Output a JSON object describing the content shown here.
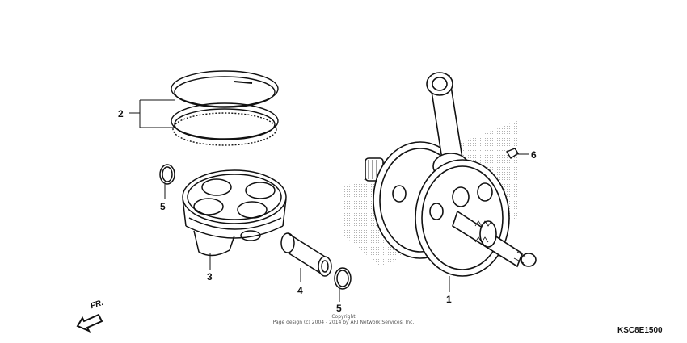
{
  "callouts": {
    "c1": "1",
    "c2": "2",
    "c3": "3",
    "c4": "4",
    "c5a": "5",
    "c5b": "5",
    "c6": "6"
  },
  "direction_label": "FR.",
  "copyright": {
    "line1": "Copyright",
    "line2": "Page design (c) 2004 - 2014 by ARI Network Services, Inc."
  },
  "diagram_code": "KSC8E1500"
}
